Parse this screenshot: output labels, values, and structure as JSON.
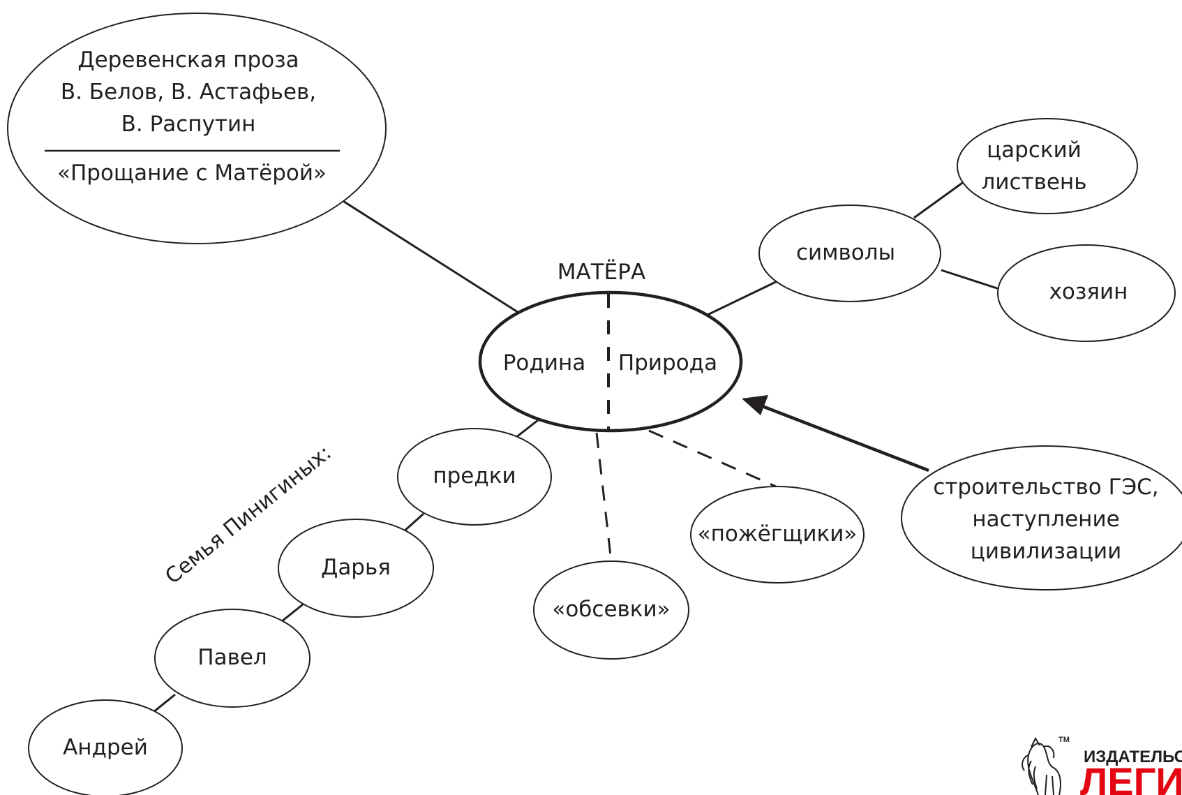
{
  "source_node": {
    "lines": [
      "Деревенская проза",
      "В. Белов, В. Астафьев,",
      "В. Распутин"
    ],
    "work": "«Прощание с Матёрой»"
  },
  "center": {
    "title": "МАТЁРА",
    "left": "Родина",
    "right": "Природа"
  },
  "symbols": {
    "label": "символы",
    "tsarsky": [
      "царский",
      "листвень"
    ],
    "hozyain": "хозяин"
  },
  "ges": {
    "lines": [
      "строительство ГЭС,",
      "наступление",
      "цивилизации"
    ]
  },
  "obsevki": "«обсевки»",
  "pozhegshchiki": "«пожёгщики»",
  "family": {
    "caption": "Семья Пинигиных:",
    "members": [
      "предки",
      "Дарья",
      "Павел",
      "Андрей"
    ]
  },
  "logo": {
    "tm": "TM",
    "line1": "ИЗДАТЕЛЬС",
    "line2": "ЛЕГИО",
    "text_color": "#231f20",
    "brand_color": "#e30613"
  },
  "colors": {
    "stroke": "#231f20",
    "background": "#ffffff"
  }
}
